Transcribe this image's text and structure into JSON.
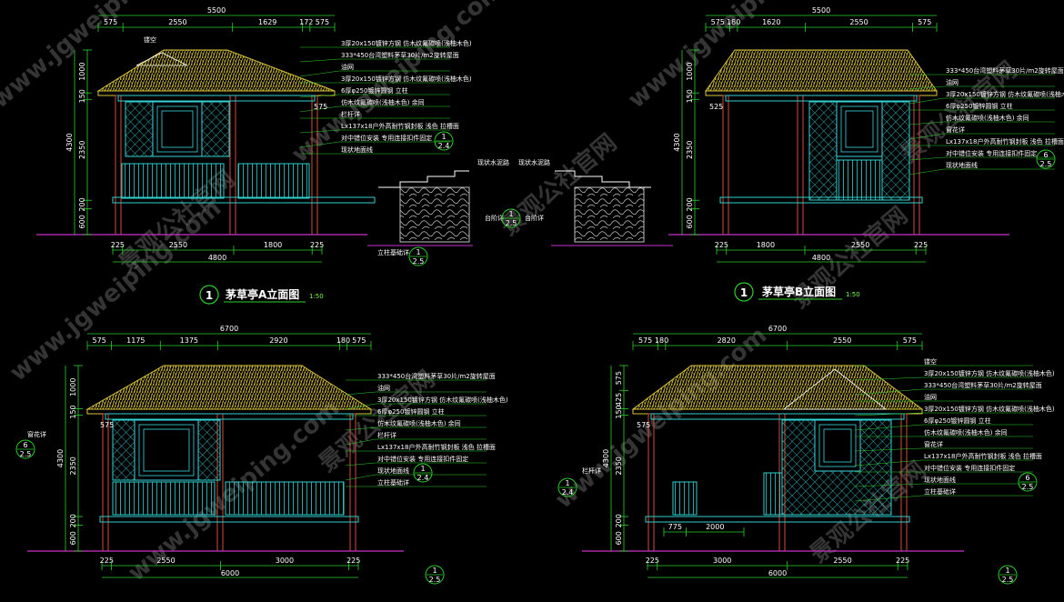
{
  "colors": {
    "background": "#000000",
    "dim": "#2bd12b",
    "wall": "#2fd1d1",
    "roof": "#d8c23a",
    "frame": "#d44a3a",
    "ground": "#c832c8",
    "text": "#ffffff",
    "pattern": "#3ad6e0"
  },
  "watermark": {
    "url": "www.jgweiping.com",
    "brand": "景观公社官网"
  },
  "views": [
    {
      "id": "A",
      "title": "茅草亭A立面图",
      "num": "1",
      "scale": "1:50",
      "top_total": "5500",
      "top_dims": [
        "575",
        "2550",
        "1629",
        "172",
        "575"
      ],
      "bottom_dims": [
        "225",
        "2550",
        "1800",
        "225"
      ],
      "bottom_total": "4800",
      "left_dims": [
        "1000",
        "150",
        "2350",
        "200",
        "600"
      ],
      "left_total": "4300",
      "notes": [
        "3厚20x150镀锌方钢 仿木纹氟碳喷(浅柚木色)",
        "333*450台湾塑料茅草30片/m2旋转屋面",
        "油网",
        "3厚20x150镀锌方钢 仿木纹氟碳喷(浅柚木色)",
        "6厚φ250镀锌圆钢 立柱",
        "仿木纹氟碳喷(浅柚木色) 余同",
        "栏杆详",
        "Lx137x18户外高耐竹钢封板 浅色 拉槽面",
        "对中错位安装 专用连接扣件固定",
        "现状地面线"
      ],
      "top_label": "镂空",
      "side_575": "575",
      "bubbles": [
        {
          "n": "1",
          "s": "2.4"
        },
        {
          "n": "1",
          "s": "2.5"
        }
      ],
      "base_note": "立柱基础详"
    },
    {
      "id": "B",
      "title": "茅草亭B立面图",
      "num": "1",
      "scale": "1:50",
      "top_total": "5500",
      "top_dims": [
        "575",
        "180",
        "1620",
        "2550",
        "575"
      ],
      "bottom_dims": [
        "225",
        "1800",
        "2550",
        "225"
      ],
      "bottom_total": "4800",
      "left_dims": [
        "1000",
        "150",
        "2350",
        "200",
        "600"
      ],
      "left_total": "4300",
      "notes": [
        "333*450台湾塑料茅草30片/m2旋转屋面",
        "油网",
        "3厚20x150镀锌方钢 仿木纹氟碳喷(浅柚木色)",
        "6厚φ250镀锌圆钢 立柱",
        "仿木纹氟碳喷(浅柚木色) 余同",
        "窗花详",
        "Lx137x18户外高耐竹钢封板 浅色 拉槽面",
        "对中错位安装 专用连接扣件固定",
        "现状地面线"
      ],
      "side_525": "525",
      "bubbles": [
        {
          "n": "6",
          "s": "2.5"
        }
      ]
    },
    {
      "id": "C",
      "top_total": "6700",
      "top_dims": [
        "575",
        "1175",
        "1375",
        "2920",
        "180",
        "575"
      ],
      "bottom_dims": [
        "225",
        "2550",
        "3000",
        "225"
      ],
      "bottom_total": "6000",
      "left_dims": [
        "1000",
        "150",
        "2350",
        "200",
        "600"
      ],
      "left_total": "4300",
      "notes": [
        "333*450台湾塑料茅草30片/m2旋转屋面",
        "油网",
        "3厚20x150镀锌方钢 仿木纹氟碳喷(浅柚木色)",
        "6厚φ250镀锌圆钢 立柱",
        "仿木纹氟碳喷(浅柚木色) 余同",
        "栏杆详",
        "Lx137x18户外高耐竹钢封板 浅色 拉槽面",
        "对中错位安装 专用连接扣件固定",
        "现状地面线",
        "立柱基础详"
      ],
      "left_note": "窗花详",
      "side_575": "575",
      "bubbles": [
        {
          "n": "6",
          "s": "2.5"
        },
        {
          "n": "1",
          "s": "2.4"
        },
        {
          "n": "1",
          "s": "2.5"
        }
      ]
    },
    {
      "id": "D",
      "top_total": "6700",
      "top_dims": [
        "575",
        "180",
        "2820",
        "2550",
        "575"
      ],
      "bottom_dims": [
        "225",
        "3000",
        "2550",
        "225"
      ],
      "bottom_total": "6000",
      "inner_dims": [
        "775",
        "2000"
      ],
      "left_dims": [
        "575",
        "425",
        "150",
        "2350",
        "200",
        "600"
      ],
      "left_total": "4300",
      "notes": [
        "镂空",
        "3厚20x150镀锌方钢 仿木纹氟碳喷(浅柚木色)",
        "333*450台湾塑料茅草30片/m2旋转屋面",
        "油网",
        "3厚20x150镀锌方钢 仿木纹氟碳喷(浅柚木色)",
        "6厚φ250镀锌圆钢 立柱",
        "仿木纹氟碳喷(浅柚木色) 余同",
        "窗花详",
        "Lx137x18户外高耐竹钢封板 浅色 拉槽面",
        "对中错位安装 专用连接扣件固定",
        "现状地面线",
        "立柱基础详"
      ],
      "left_note": "栏杆详",
      "side_575": "575",
      "bubbles": [
        {
          "n": "1",
          "s": "2.4"
        },
        {
          "n": "6",
          "s": "2.5"
        },
        {
          "n": "1",
          "s": "2.5"
        }
      ]
    }
  ],
  "center_labels": [
    "现状水泥路",
    "现状水泥路",
    "台阶详",
    "台阶详"
  ],
  "center_bubble": {
    "n": "1",
    "s": "2.5"
  }
}
